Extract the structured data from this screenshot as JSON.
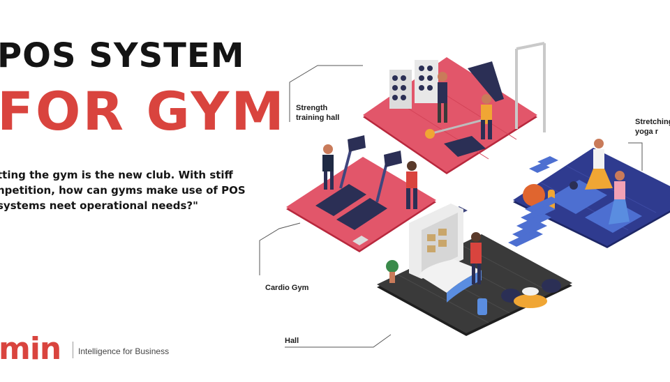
{
  "headline": {
    "line1": "POS SYSTEM",
    "line2": "FOR GYM"
  },
  "tagline": "tting the gym is the new club. With stiff npetition, how can gyms make use of POS systems neet operational needs?\"",
  "zones": {
    "strength": "Strength training hall",
    "stretching": "Stretching yoga r",
    "cardio": "Cardio Gym",
    "hall": "Hall"
  },
  "brand": {
    "logo_text": "min",
    "slogan": "Intelligence for Business"
  },
  "colors": {
    "accent": "#d9443e",
    "floor_red": "#e2566a",
    "floor_navy": "#2f3b8f",
    "floor_dark": "#3a3a3a"
  }
}
